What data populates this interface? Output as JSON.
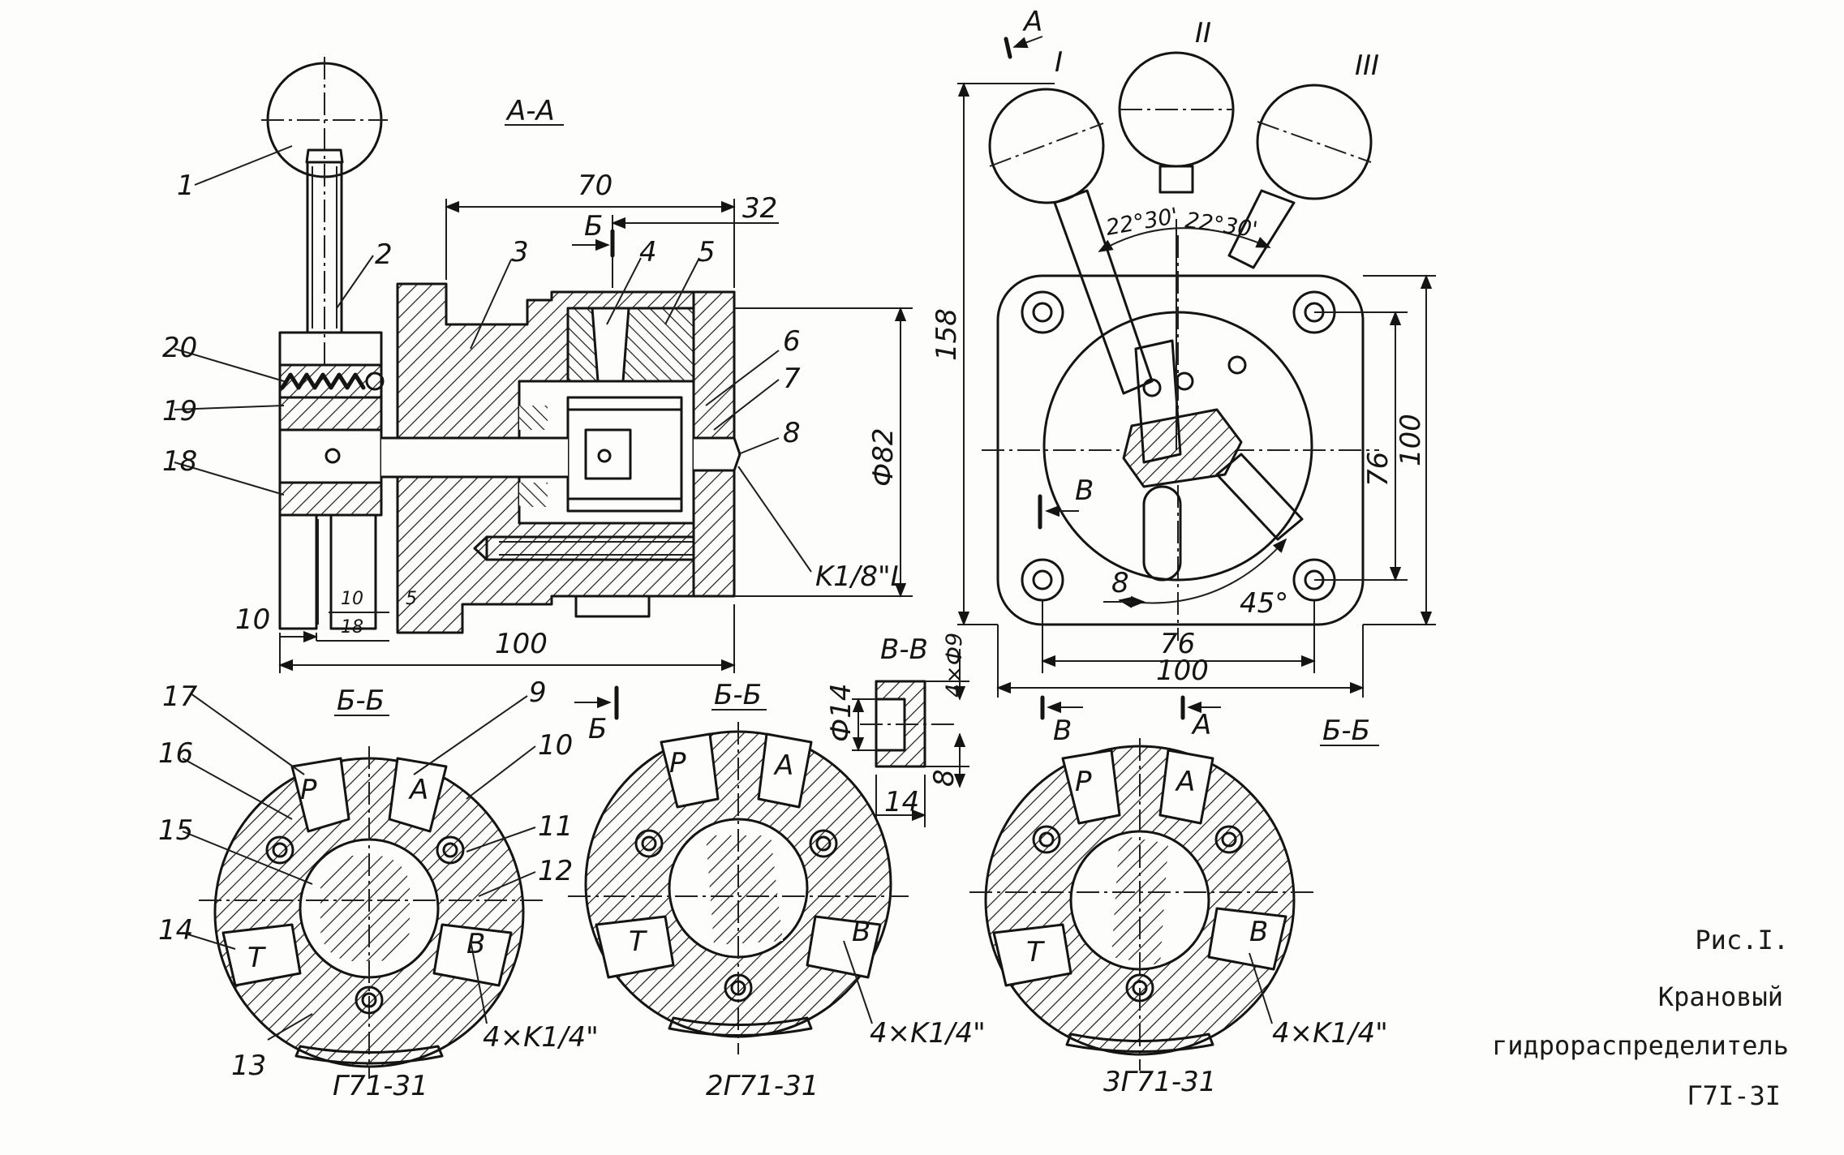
{
  "section_titles": {
    "aa": "A-A",
    "bb1": "Б-Б",
    "bb2": "Б-Б",
    "bb3": "Б-Б",
    "vv": "В-В"
  },
  "part_numbers": [
    "1",
    "2",
    "3",
    "4",
    "5",
    "6",
    "7",
    "8",
    "9",
    "10",
    "11",
    "12",
    "13",
    "14",
    "15",
    "16",
    "17",
    "18",
    "19",
    "20"
  ],
  "dimensions": {
    "d70": "70",
    "d32": "32",
    "d82": "Ф82",
    "d100_bottom": "100",
    "d10": "10",
    "d10_small": "10",
    "d18": "18",
    "d5": "5",
    "d158": "158",
    "d100_right": "100",
    "d76_right": "76",
    "d76_bottom": "76",
    "d100_plan": "100",
    "d8_plan": "8",
    "d14": "Ф14",
    "d4x9": "4×Ф9",
    "d8_vv": "8",
    "d14_vv": "14",
    "angle1": "22°30'",
    "angle2": "22°30'",
    "angle45": "45°"
  },
  "thread_labels": {
    "k18": "K1/8\"L",
    "k14_1": "4×K1/4\"",
    "k14_2": "4×K1/4\"",
    "k14_3": "4×K1/4\""
  },
  "section_markers": {
    "a_top": "A",
    "a_right": "A",
    "b_top": "Б",
    "b_left": "Б",
    "v_plan": "В",
    "v_bottom": "В"
  },
  "positions": [
    "I",
    "II",
    "III"
  ],
  "port_letters": {
    "p": "P",
    "a": "A",
    "t": "T",
    "b": "B"
  },
  "variants": [
    "Г71-31",
    "2Г71-31",
    "3Г71-31"
  ],
  "caption": {
    "fig": "Рис.I.",
    "line1": "Крановый",
    "line2": "гидрораспределитель",
    "line3": "Г7I-3I"
  }
}
